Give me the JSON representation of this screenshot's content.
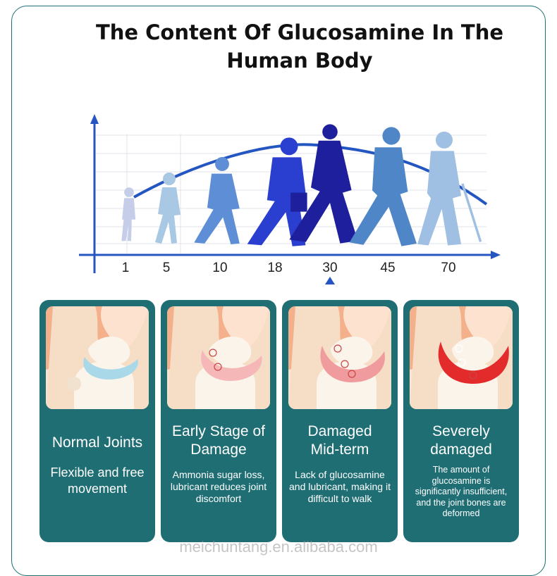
{
  "title": "The Content Of Glucosamine In The Human Body",
  "chart": {
    "ages": [
      "1",
      "5",
      "10",
      "18",
      "30",
      "45",
      "70"
    ],
    "peak_marker_age": "30",
    "figure_colors": [
      "#c5cde8",
      "#a9c8e3",
      "#5e8fd6",
      "#2a3fcf",
      "#1d1f9c",
      "#4e86c8",
      "#9fc0e3"
    ],
    "axis_color": "#2455c0",
    "curve_color": "#2456c2"
  },
  "cards": [
    {
      "title": "Normal Joints",
      "description": "Flexible and free movement",
      "joint_color": "#a9d9e8"
    },
    {
      "title": "Early Stage of Damage",
      "description": "Ammonia sugar loss, lubricant reduces joint discomfort",
      "joint_color": "#f5b7b7"
    },
    {
      "title": "Damaged Mid-term",
      "description": "Lack of glucosamine and lubricant, making it difficult to walk",
      "joint_color": "#f09b9d"
    },
    {
      "title": "Severely damaged",
      "description": "The amount of glucosamine is significantly insufficient, and the joint bones are deformed",
      "joint_color": "#e32b2b"
    }
  ],
  "card_bg_color": "#1f6e74",
  "watermark": "meichuntang.en.alibaba.com"
}
